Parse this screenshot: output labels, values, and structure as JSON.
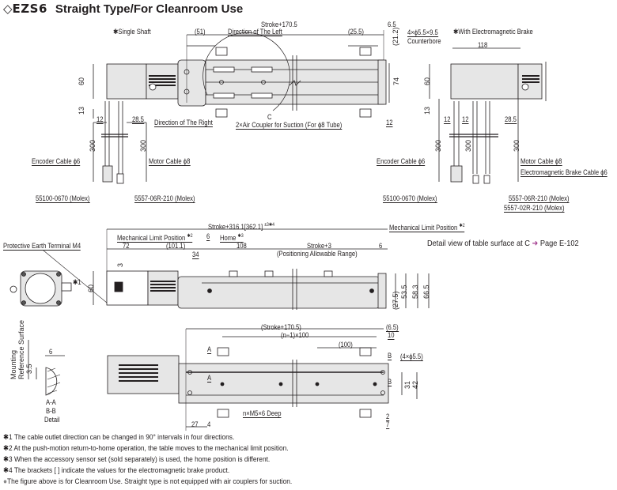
{
  "header": {
    "diamond": "◇",
    "model": "EZS6",
    "subtitle": "Straight Type/For Cleanroom Use"
  },
  "top_view": {
    "single_shaft_label": "✱Single Shaft",
    "stroke_dim": "Stroke+170.5",
    "dim_51": "(51)",
    "dir_left": "Direction of The Left",
    "dim_25_5": "(25.5)",
    "dim_6_5": "6.5",
    "dim_21_2": "(21.2)",
    "counterbore_1": "4×ϕ5.5×9.5",
    "counterbore_2": "Counterbore",
    "dim_74": "74",
    "dim_12_right": "12",
    "dim_60": "60",
    "dim_13": "13",
    "dim_12": "12",
    "dim_28_5": "28.5",
    "dir_right": "Direction of The Right",
    "detail_c": "C",
    "air_coupler": "2×Air Coupler for Suction (For ϕ8 Tube)",
    "dim_300_a": "300",
    "dim_300_b": "300",
    "encoder_cable": "Encoder Cable ϕ6",
    "motor_cable": "Motor Cable ϕ8",
    "conn_encoder": "55100-0670 (Molex)",
    "conn_motor": "5557-06R-210 (Molex)"
  },
  "brake_view": {
    "label": "✱With Electromagnetic Brake",
    "dim_118": "118",
    "dim_60": "60",
    "dim_13": "13",
    "dim_12_a": "12",
    "dim_12_b": "12",
    "dim_28_5": "28.5",
    "dim_300_a": "300",
    "dim_300_b": "300",
    "dim_300_c": "300",
    "encoder_cable": "Encoder Cable ϕ6",
    "motor_cable": "Motor Cable ϕ8",
    "brake_cable": "Electromagnetic Brake Cable ϕ6",
    "conn_encoder": "55100-0670 (Molex)",
    "conn_motor": "5557-06R-210 (Molex)",
    "conn_brake": "5557-02R-210 (Molex)"
  },
  "side_view": {
    "stroke_total": "Stroke+316.1[362.1]",
    "tolerance": "±3",
    "note4": "✱4",
    "pe_terminal": "Protective Earth Terminal M4",
    "mech_limit_left": "Mechanical Limit Position",
    "mech_limit_right": "Mechanical Limit Position",
    "note2": "✱2",
    "dim_6_a": "6",
    "home": "Home",
    "note3": "✱3",
    "dim_72": "72",
    "dim_101_1": "(101.1)",
    "dim_108": "108",
    "stroke_plus_3": "Stroke+3",
    "positioning_range": "(Positioning Allowable Range)",
    "dim_6_b": "6",
    "dim_34": "34",
    "dim_3": "3",
    "dim_60": "60",
    "note1": "✱1",
    "dim_27_5": "(27.5)",
    "dim_53_5": "53.5",
    "dim_58_3": "58.3",
    "dim_66_5": "66.5"
  },
  "reference": {
    "text": "Detail view of table surface at C",
    "arrow": "➜",
    "page": "Page E-102"
  },
  "detail_view": {
    "mounting_1": "Mounting",
    "mounting_2": "Reference Surface",
    "dim_6": "6",
    "dim_3_5": "3.5",
    "label_aa": "A-A",
    "label_bb": "B-B",
    "label_detail": "Detail"
  },
  "bottom_view": {
    "stroke_dim": "(Stroke+170.5)",
    "dim_6_5": "(6.5)",
    "n_minus_1": "(n−1)×100",
    "dim_10": "10",
    "dim_100": "(100)",
    "label_a_top": "A",
    "label_a_bot": "A",
    "label_b_top": "B",
    "label_b_bot": "B",
    "holes": "(4×ϕ5.5)",
    "dim_31": "31",
    "dim_42": "42",
    "taps": "n×M5×6 Deep",
    "dim_27": "27",
    "dim_4": "4",
    "dim_2": "2",
    "dim_7": "7"
  },
  "notes": [
    {
      "mark": "✱1",
      "text": "The cable outlet direction can be changed in 90° intervals in four directions."
    },
    {
      "mark": "✱2",
      "text": "At the push-motion return-to-home operation, the table moves to the mechanical limit position."
    },
    {
      "mark": "✱3",
      "text": "When the accessory sensor set (sold separately) is used, the home position is different."
    },
    {
      "mark": "✱4",
      "text": "The brackets [ ] indicate the values for the electromagnetic brake product."
    },
    {
      "mark": "●",
      "text": "The figure above is for Cleanroom Use. Straight type is not equipped with air couplers for suction."
    }
  ],
  "colors": {
    "line": "#231f20",
    "body_fill": "#e6e6e6",
    "accent": "#a23a8f",
    "bullet": "#8a8a8a"
  }
}
